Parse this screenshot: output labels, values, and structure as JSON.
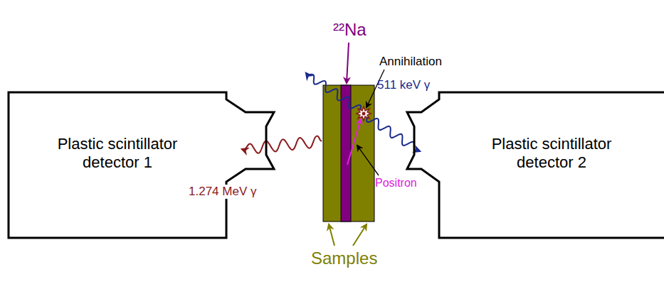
{
  "diagram": {
    "nodes": [
      {
        "text": [
          "Plastic scintillator detector 1"
        ]
      },
      {
        "text": [
          "Plastic scintillator detector 2"
        ]
      }
    ],
    "labels": [
      "²²Na",
      "Annihilation",
      "511 keV γ",
      "1.274 MeV γ",
      "Positron",
      "Samples"
    ]
  }
}
